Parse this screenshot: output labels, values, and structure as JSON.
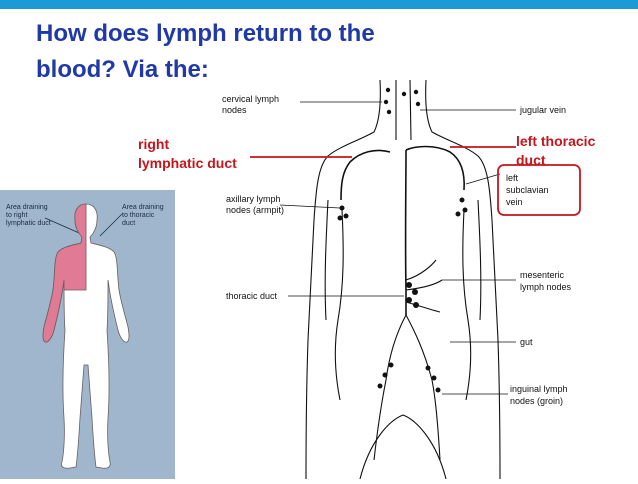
{
  "slide": {
    "title_line1": "How does lymph return to the",
    "title_line2": "blood? Via the:"
  },
  "callouts": {
    "right_duct_line1": "right",
    "right_duct_line2": "lymphatic duct",
    "left_thoracic_line1": "left thoracic",
    "left_thoracic_line2": "duct"
  },
  "left_panel": {
    "label_right_line1": "Area draining",
    "label_right_line2": "to right",
    "label_right_line3": "lymphatic duct",
    "label_thoracic_line1": "Area draining",
    "label_thoracic_line2": "to thoracic",
    "label_thoracic_line3": "duct"
  },
  "diagram_labels": {
    "cervical_line1": "cervical lymph",
    "cervical_line2": "nodes",
    "axillary_line1": "axillary lymph",
    "axillary_line2": "nodes (armpit)",
    "thoracic_duct": "thoracic duct",
    "jugular_vein": "jugular vein",
    "subclavian_line1": "left",
    "subclavian_line2": "subclavian",
    "subclavian_line3": "vein",
    "mesenteric_line1": "mesenteric",
    "mesenteric_line2": "lymph nodes",
    "gut": "gut",
    "inguinal_line1": "inguinal lymph",
    "inguinal_line2": "nodes (groin)"
  },
  "colors": {
    "top_bar": "#1a9ad6",
    "title_blue": "#1f3aa8",
    "callout_red": "#c4161c",
    "panel_blue": "#9fb6cc",
    "drained_pink": "#e07a95",
    "line_dark": "#111111"
  }
}
